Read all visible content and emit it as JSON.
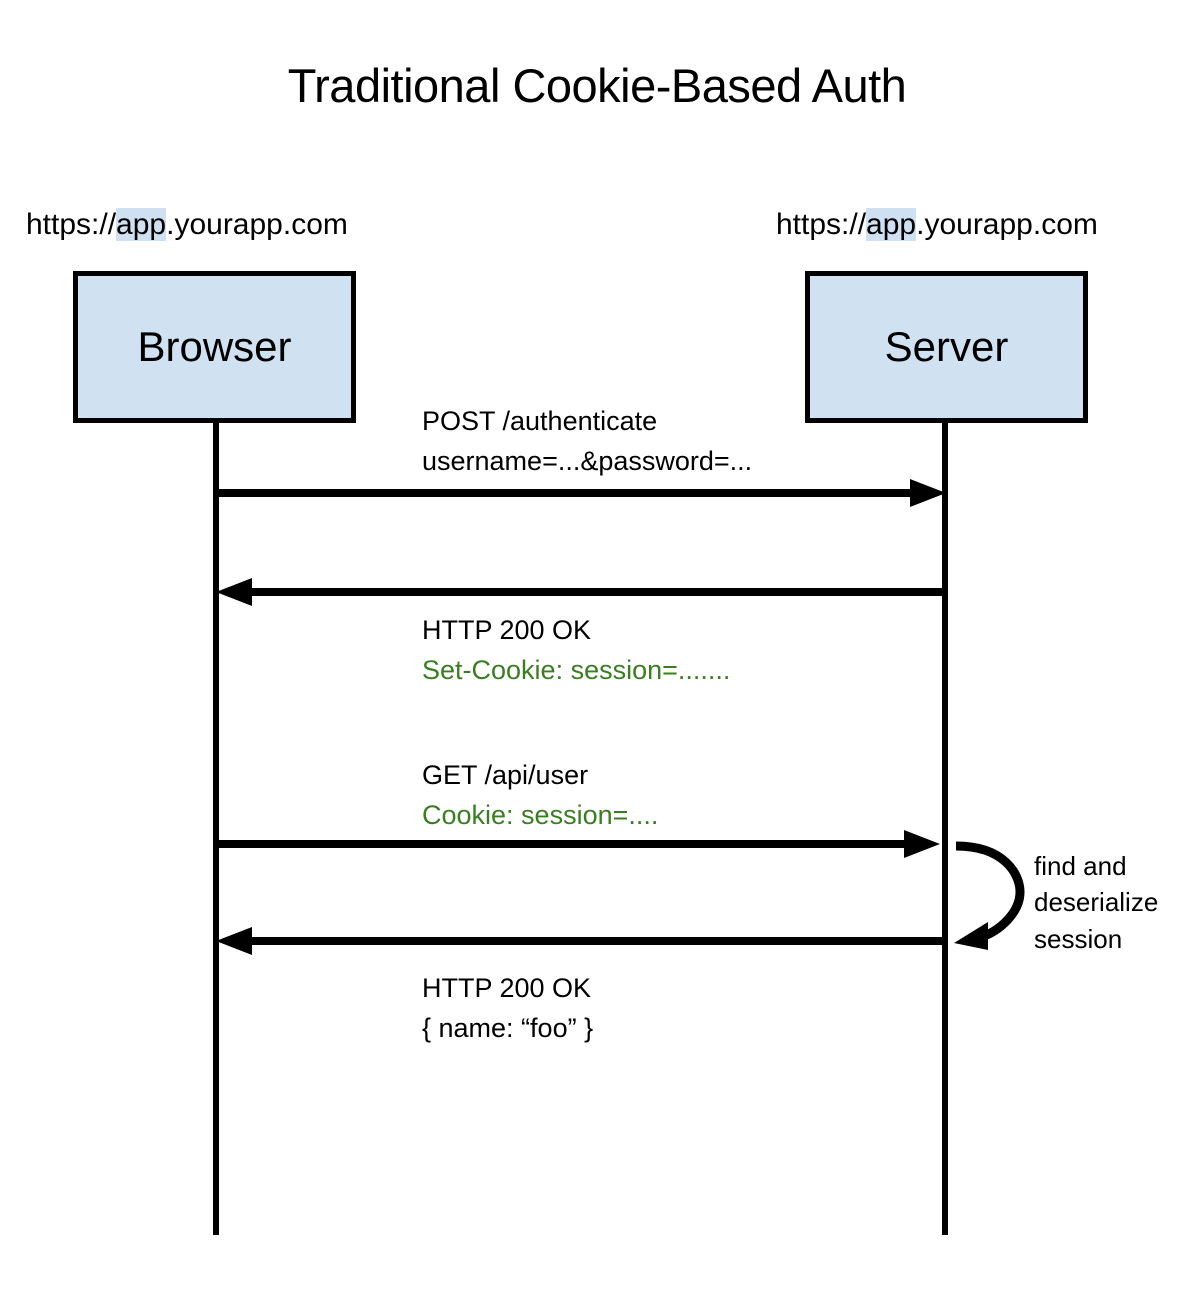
{
  "diagram": {
    "title": "Traditional Cookie-Based Auth",
    "type": "sequence-diagram",
    "colors": {
      "box_fill": "#d0e1f2",
      "box_stroke": "#000000",
      "highlight": "#cfe0f2",
      "cookie_text": "#3b7d23",
      "default_text": "#000000",
      "background": "#ffffff"
    },
    "participants": [
      {
        "id": "browser",
        "label": "Browser",
        "url_prefix": "https://",
        "url_highlight": "app",
        "url_suffix": ".yourapp.com",
        "url_full": "https://app.yourapp.com"
      },
      {
        "id": "server",
        "label": "Server",
        "url_prefix": "https://",
        "url_highlight": "app",
        "url_suffix": ".yourapp.com",
        "url_full": "https://app.yourapp.com"
      }
    ],
    "messages": [
      {
        "id": "post-authenticate",
        "from": "browser",
        "to": "server",
        "direction": "right",
        "lines": [
          {
            "text": "POST /authenticate",
            "style": "plain"
          },
          {
            "text": "username=...&password=...",
            "style": "plain"
          }
        ],
        "line1": "POST /authenticate",
        "line2": "username=...&password=..."
      },
      {
        "id": "set-cookie",
        "from": "server",
        "to": "browser",
        "direction": "left",
        "lines": [
          {
            "text": "HTTP 200 OK",
            "style": "plain"
          },
          {
            "text": "Set-Cookie: session=.......",
            "style": "green"
          }
        ],
        "line1": "HTTP 200 OK",
        "line2": "Set-Cookie: session=......."
      },
      {
        "id": "get-api-user",
        "from": "browser",
        "to": "server",
        "direction": "right",
        "lines": [
          {
            "text": "GET /api/user",
            "style": "plain"
          },
          {
            "text": "Cookie: session=....",
            "style": "green"
          }
        ],
        "line1": "GET /api/user",
        "line2": "Cookie: session=...."
      },
      {
        "id": "json-response",
        "from": "server",
        "to": "browser",
        "direction": "left",
        "lines": [
          {
            "text": "HTTP 200 OK",
            "style": "plain"
          },
          {
            "text": "{  name: “foo” }",
            "style": "plain"
          }
        ],
        "line1": "HTTP 200 OK",
        "line2": "{  name: “foo” }"
      }
    ],
    "self_messages": [
      {
        "id": "find-deserialize-session",
        "on": "server",
        "line1": "find and",
        "line2": "deserialize",
        "line3": "session",
        "text": "find and deserialize session"
      }
    ]
  }
}
